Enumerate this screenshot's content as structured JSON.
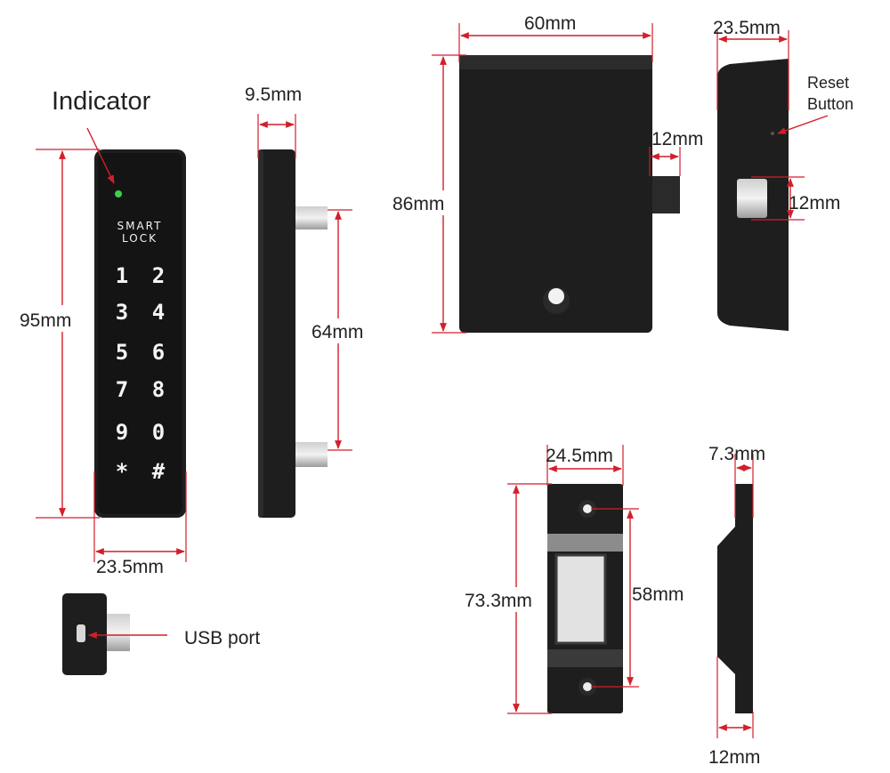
{
  "labels": {
    "indicator": "Indicator",
    "keypad_thickness": "9.5mm",
    "keypad_height": "95mm",
    "keypad_width": "23.5mm",
    "bolt_spacing": "64mm",
    "usb_port": "USB port",
    "lock_width": "60mm",
    "lock_height": "86mm",
    "lock_bolt": "12mm",
    "side_depth": "23.5mm",
    "reset_button_line1": "Reset",
    "reset_button_line2": "Button",
    "side_bolt": "12mm",
    "strike_width": "24.5mm",
    "strike_height": "73.3mm",
    "strike_hole_spacing": "58mm",
    "strike_thickness": "7.3mm",
    "strike_depth": "12mm"
  },
  "keypad": {
    "brand_line1": "SMART",
    "brand_line2": "LOCK",
    "keys": [
      "1",
      "2",
      "3",
      "4",
      "5",
      "6",
      "7",
      "8",
      "9",
      "0",
      "*",
      "#"
    ],
    "indicator_color": "#3ad14b"
  },
  "colors": {
    "dimension_line": "#d21f2b",
    "device_body": "#1e1e1e",
    "text": "#222222"
  }
}
